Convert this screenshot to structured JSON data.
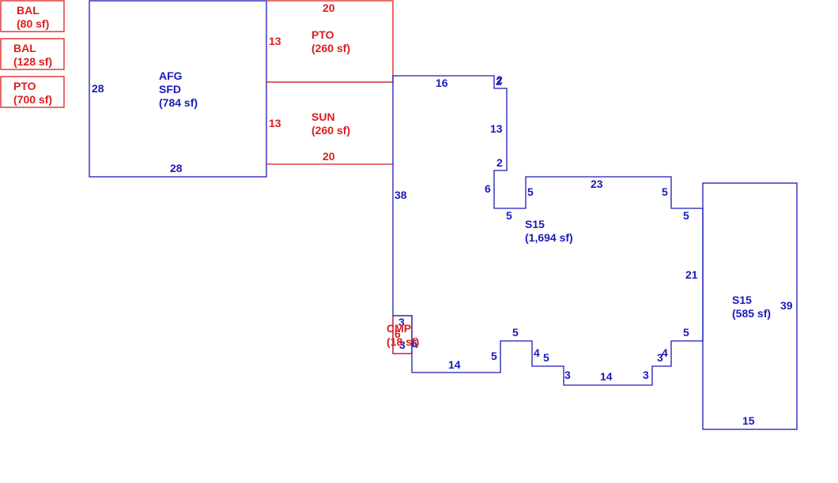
{
  "legend": [
    {
      "name": "BAL",
      "area": "(80 sf)"
    },
    {
      "name": "BAL",
      "area": "(128 sf)"
    },
    {
      "name": "PTO",
      "area": "(700 sf)"
    }
  ],
  "afg": {
    "name": "AFG",
    "type": "SFD",
    "area": "(784 sf)",
    "dim_left": "28",
    "dim_bottom": "28"
  },
  "pto": {
    "name": "PTO",
    "area": "(260 sf)",
    "dim_top": "20",
    "dim_left": "13"
  },
  "sun": {
    "name": "SUN",
    "area": "(260 sf)",
    "dim_left": "13",
    "dim_bottom": "20"
  },
  "s15_main": {
    "name": "S15",
    "area": "(1,694 sf)",
    "dims": {
      "top": "16",
      "notch_a": "2",
      "notch_b": "2",
      "right_a": "13",
      "right_b": "2",
      "left_step": "6",
      "step_bottom": "5",
      "step_right": "5",
      "top_b": "23",
      "right_drop": "5",
      "right_step": "5",
      "right_side": "21",
      "left_side": "38",
      "right_lower": "5",
      "corner_4r": "4",
      "corner_3r": "3",
      "bottom_mid": "14",
      "corner_3l": "3",
      "step_5b": "5",
      "corner_4l": "4",
      "step_5c": "5",
      "step_5d": "5",
      "bottom_left": "14",
      "small_3": "3",
      "small_6": "6",
      "small_3b": "3",
      "small_6b": "6"
    }
  },
  "s15_side": {
    "name": "S15",
    "area": "(585 sf)",
    "dim_right": "39",
    "dim_bottom": "15"
  },
  "cmp": {
    "name": "CMP",
    "area": "(18 sf)"
  },
  "colors": {
    "blue": "#1a1ab8",
    "red": "#dd1c1c"
  }
}
